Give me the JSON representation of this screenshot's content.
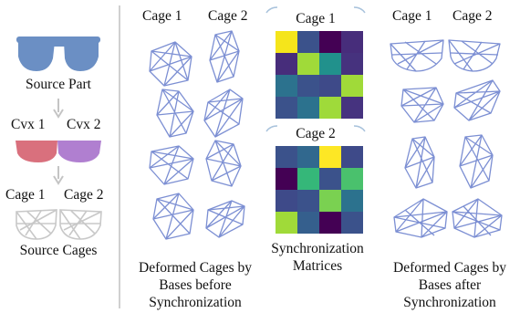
{
  "left_panel": {
    "source_part_label": "Source Part",
    "cvx1_label": "Cvx 1",
    "cvx2_label": "Cvx 2",
    "cage1_label": "Cage 1",
    "cage2_label": "Cage 2",
    "source_cages_label": "Source Cages"
  },
  "before_panel": {
    "cage1_label": "Cage 1",
    "cage2_label": "Cage 2",
    "caption_lines": [
      "Deformed Cages by",
      "Bases before",
      "Synchronization"
    ]
  },
  "matrices_panel": {
    "cage1_label": "Cage 1",
    "cage2_label": "Cage 2",
    "caption_lines": [
      "Synchronization",
      "Matrices"
    ],
    "matrix1": [
      [
        "#f5e51b",
        "#3b528b",
        "#440154",
        "#472d7b"
      ],
      [
        "#472d7b",
        "#a0da39",
        "#21918c",
        "#46327e"
      ],
      [
        "#2c728e",
        "#3b528b",
        "#3e4a89",
        "#a0da39"
      ],
      [
        "#3b528b",
        "#2c728e",
        "#9fda3a",
        "#46337f"
      ]
    ],
    "matrix2": [
      [
        "#3b528b",
        "#31688e",
        "#fde725",
        "#3e4a89"
      ],
      [
        "#440154",
        "#35b779",
        "#3b528b",
        "#4ac16d"
      ],
      [
        "#3e4a89",
        "#3b528b",
        "#7ad151",
        "#2c728e"
      ],
      [
        "#a0da39",
        "#355f8d",
        "#440154",
        "#3b528b"
      ]
    ]
  },
  "after_panel": {
    "cage1_label": "Cage 1",
    "cage2_label": "Cage 2",
    "caption_lines": [
      "Deformed Cages by",
      "Bases after",
      "Synchronization"
    ]
  },
  "colors": {
    "glasses": "#6b8fc4",
    "cvx1": "#d9707d",
    "cvx2": "#b07fd0",
    "cage_wire": "#7c8fd3",
    "source_cage": "#cfcfcf",
    "divider": "#cccccc",
    "arrow": "#c4c4c4",
    "bracket": "#a9c3dc"
  }
}
